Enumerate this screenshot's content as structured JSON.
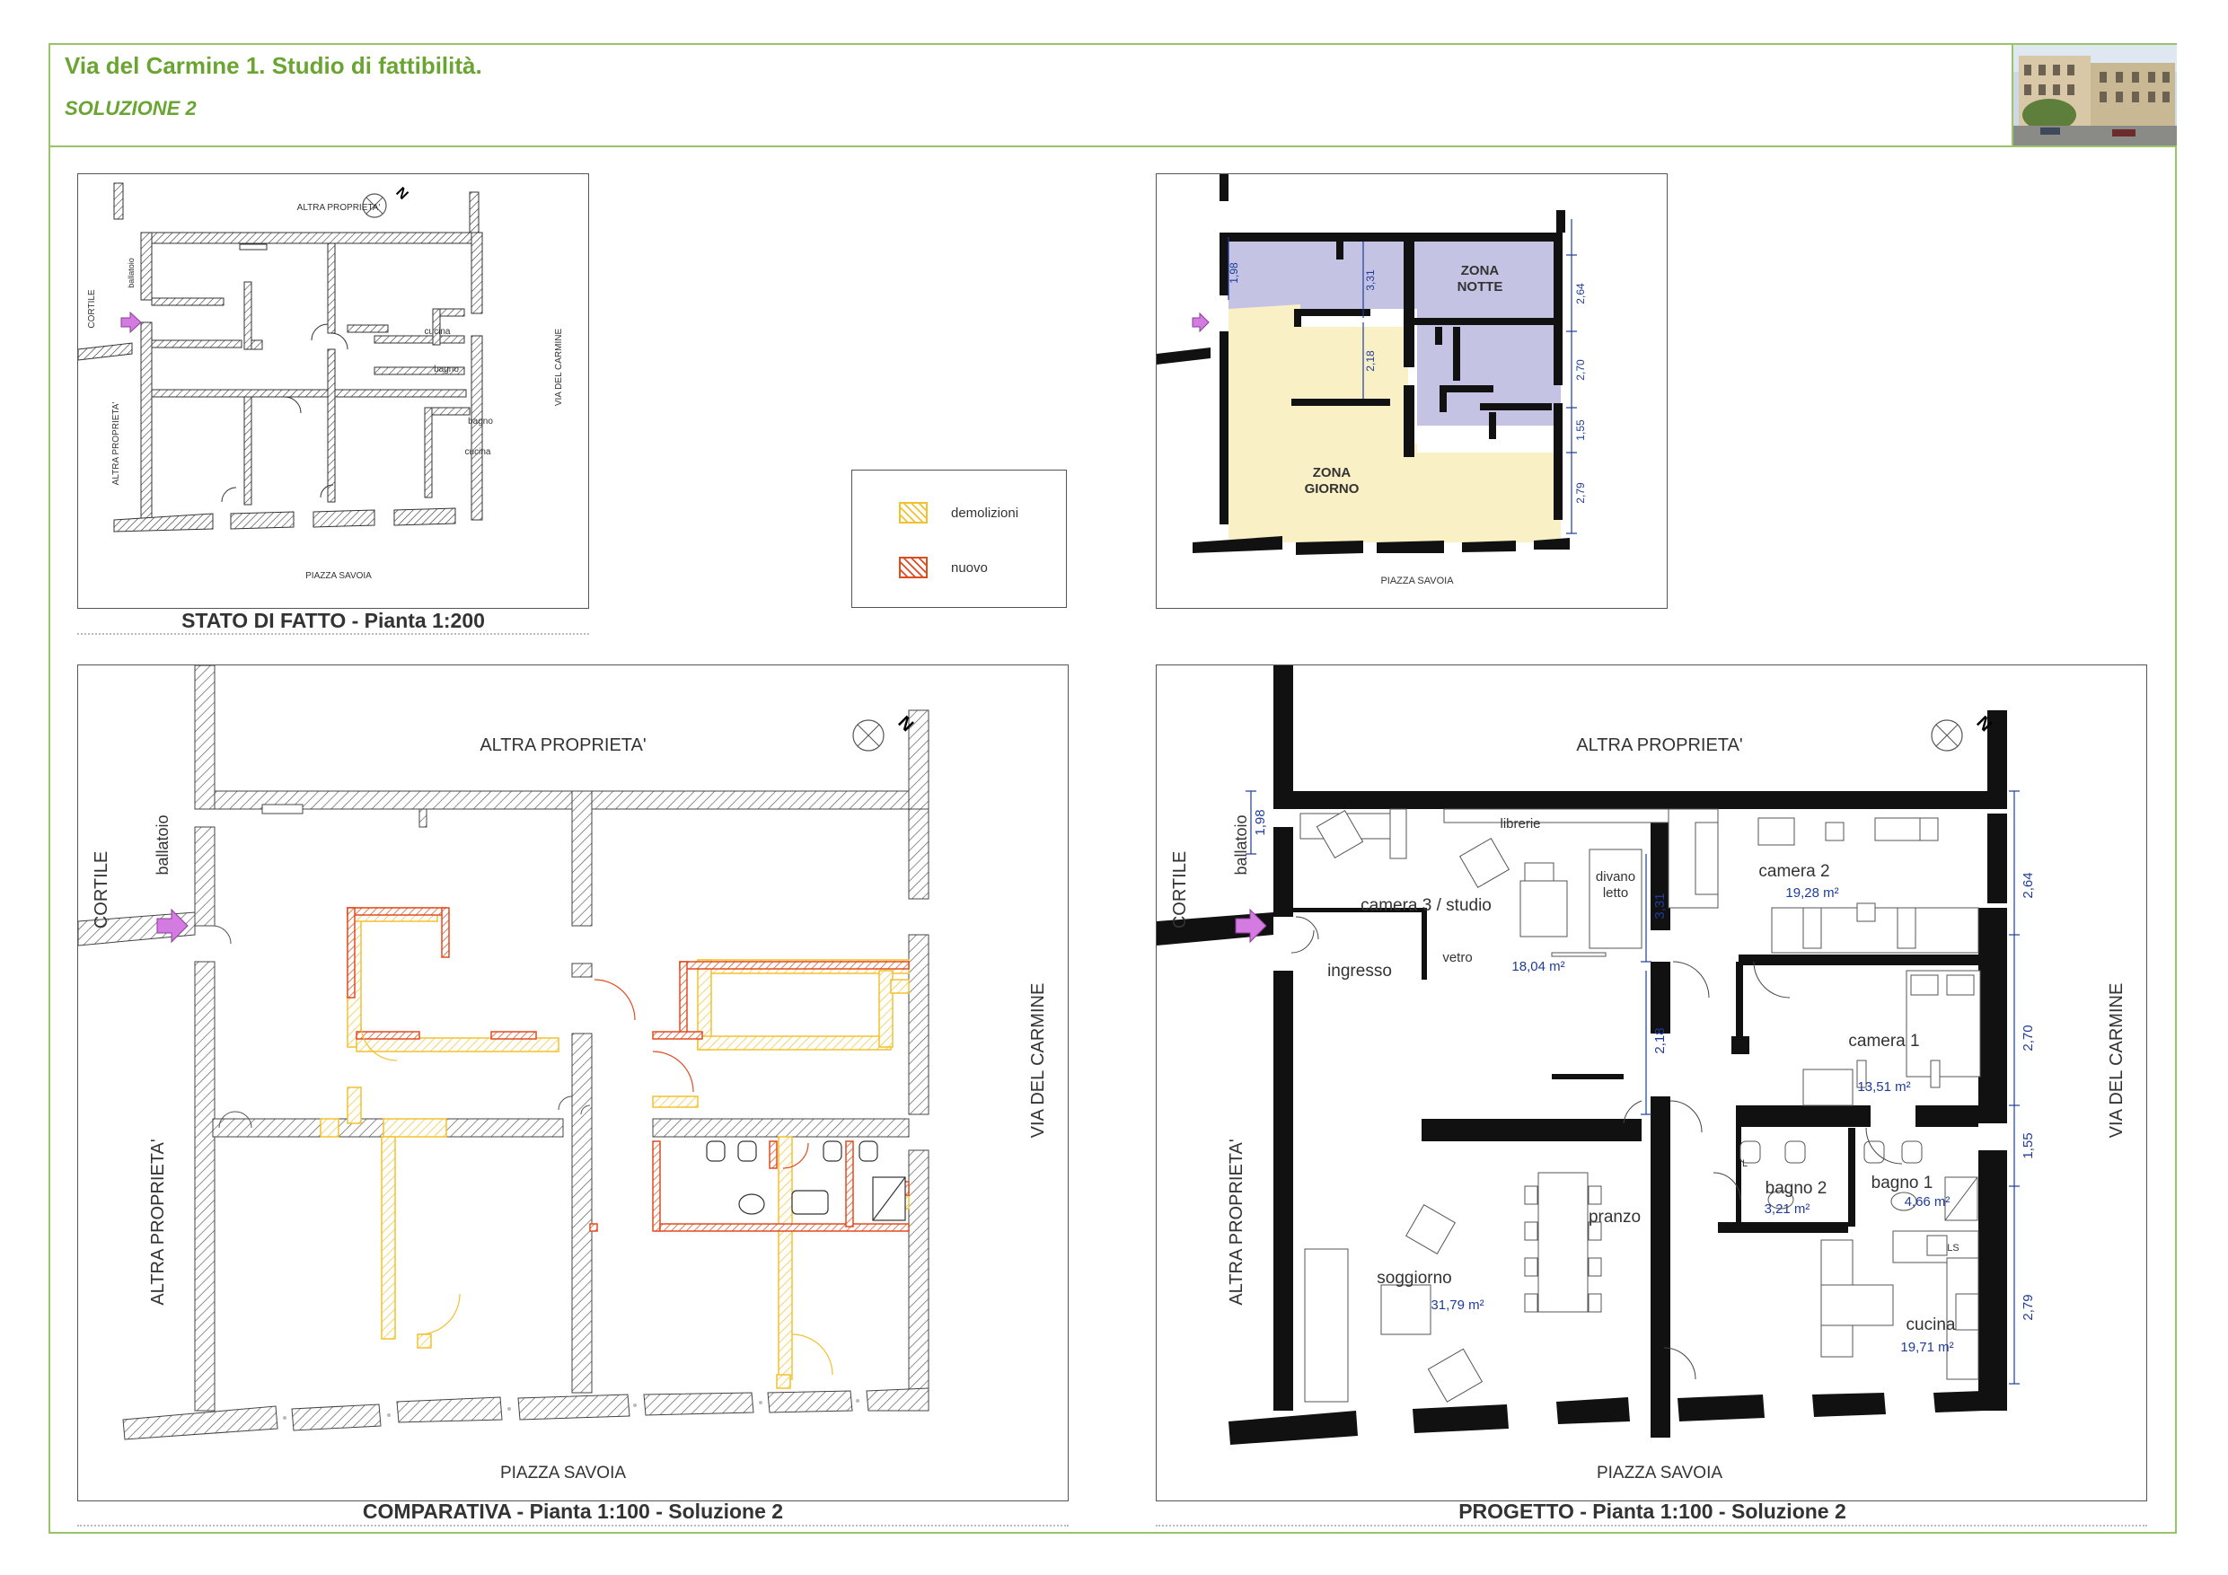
{
  "header": {
    "title": "Via del Carmine 1. Studio di fattibilità.",
    "subtitle": "SOLUZIONE 2"
  },
  "colors": {
    "accent": "#6aa531",
    "demolition": "#f2c12e",
    "new_work": "#e04b1f",
    "zona_notte": "#c5c3e3",
    "zona_giorno": "#faf0c6",
    "dimension": "#1f3c9a",
    "entry_arrow": "#d37be0"
  },
  "labels": {
    "altra_proprieta": "ALTRA PROPRIETA'",
    "piazza_savoia": "PIAZZA SAVOIA",
    "via_del_carmine": "VIA DEL CARMINE",
    "cortile": "CORTILE",
    "ballatoio": "ballatoio",
    "north": "N"
  },
  "panels": {
    "stato": {
      "caption": "STATO DI FATTO - Pianta 1:200",
      "rooms": [
        "cucina",
        "bagno",
        "bagno",
        "cucina"
      ]
    },
    "zones": {
      "zona_notte": "ZONA\nNOTTE",
      "zona_giorno": "ZONA\nGIORNO",
      "dims_right": [
        "2,64",
        "2,70",
        "1,55",
        "2,79"
      ],
      "dims_inner": [
        "1,98",
        "3,31",
        "2,18"
      ]
    },
    "comparativa": {
      "caption": "COMPARATIVA - Pianta 1:100 - Soluzione 2"
    },
    "progetto": {
      "caption": "PROGETTO - Pianta 1:100 - Soluzione 2",
      "rooms": [
        {
          "name": "camera 3 / studio",
          "area": "18,04 m²"
        },
        {
          "name": "camera 2",
          "area": "19,28 m²"
        },
        {
          "name": "camera 1",
          "area": "13,51 m²"
        },
        {
          "name": "bagno 2",
          "area": "3,21 m²"
        },
        {
          "name": "bagno 1",
          "area": "4,66 m²"
        },
        {
          "name": "cucina",
          "area": "19,71 m²"
        },
        {
          "name": "soggiorno",
          "area": "31,79 m²"
        },
        {
          "name": "pranzo",
          "area": ""
        },
        {
          "name": "ingresso",
          "area": ""
        }
      ],
      "notes": [
        "librerie",
        "divano\nletto",
        "vetro",
        "L",
        "LS"
      ],
      "dims_right": [
        "2,64",
        "2,70",
        "1,55",
        "2,79"
      ],
      "dims_inner": [
        "1,98",
        "3,31",
        "2,18"
      ]
    }
  },
  "legend": {
    "demolizioni": "demolizioni",
    "nuovo": "nuovo"
  }
}
